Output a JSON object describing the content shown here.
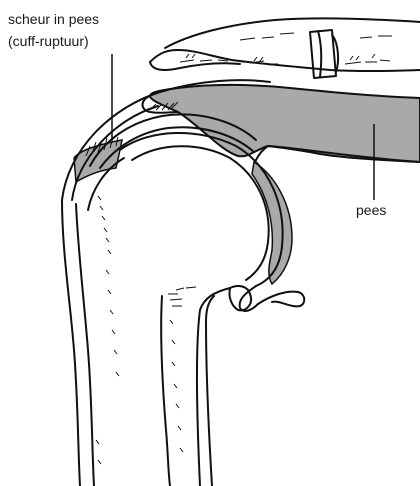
{
  "labels": {
    "tear_line1": "scheur in pees",
    "tear_line2": "(cuff-ruptuur)",
    "tendon": "pees"
  },
  "colors": {
    "line": "#111111",
    "tendon_fill": "#a9a9a9",
    "background": "#ffffff"
  }
}
